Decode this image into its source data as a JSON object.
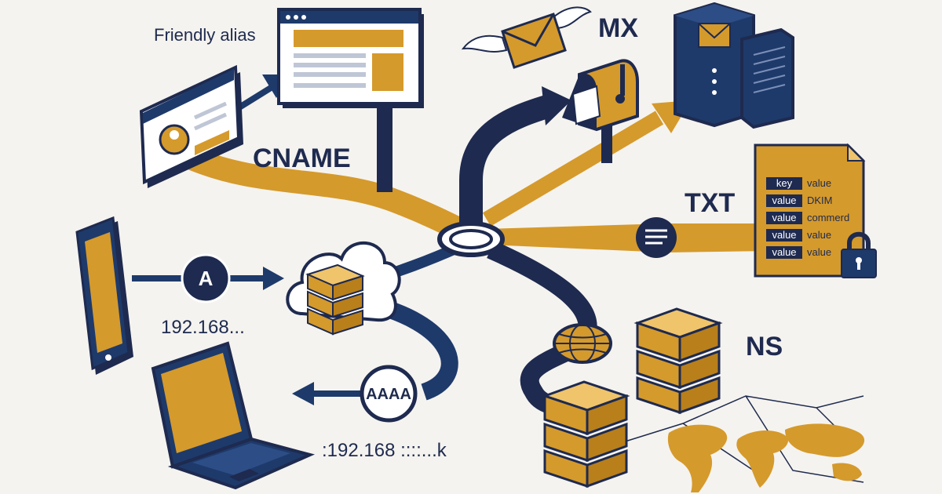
{
  "labels": {
    "friendly_alias": "Friendly alias",
    "cname": "CNAME",
    "mx": "MX",
    "txt": "TXT",
    "ns": "NS",
    "a_badge": "A",
    "aaaa_badge": "AAAA",
    "ipv4": "192.168...",
    "ipv6": ":192.168 ::::...k"
  },
  "txt_record": {
    "rows": [
      {
        "key": "key",
        "value": "value"
      },
      {
        "key": "value",
        "value": "DKIM"
      },
      {
        "key": "value",
        "value": "commerd"
      },
      {
        "key": "value",
        "value": "value"
      },
      {
        "key": "value",
        "value": "value"
      }
    ]
  },
  "colors": {
    "navy": "#1e3a6b",
    "dark_navy": "#1e2a4f",
    "gold": "#d59a2c",
    "background": "#f5f3ef"
  },
  "icons": [
    "browser-window-icon",
    "profile-card-icon",
    "mail-wings-icon",
    "mailbox-icon",
    "mail-server-icon",
    "document-icon",
    "padlock-icon",
    "list-icon",
    "smartphone-icon",
    "cloud-server-icon",
    "laptop-icon",
    "globe-icon",
    "server-stack-icon",
    "world-map-icon"
  ]
}
